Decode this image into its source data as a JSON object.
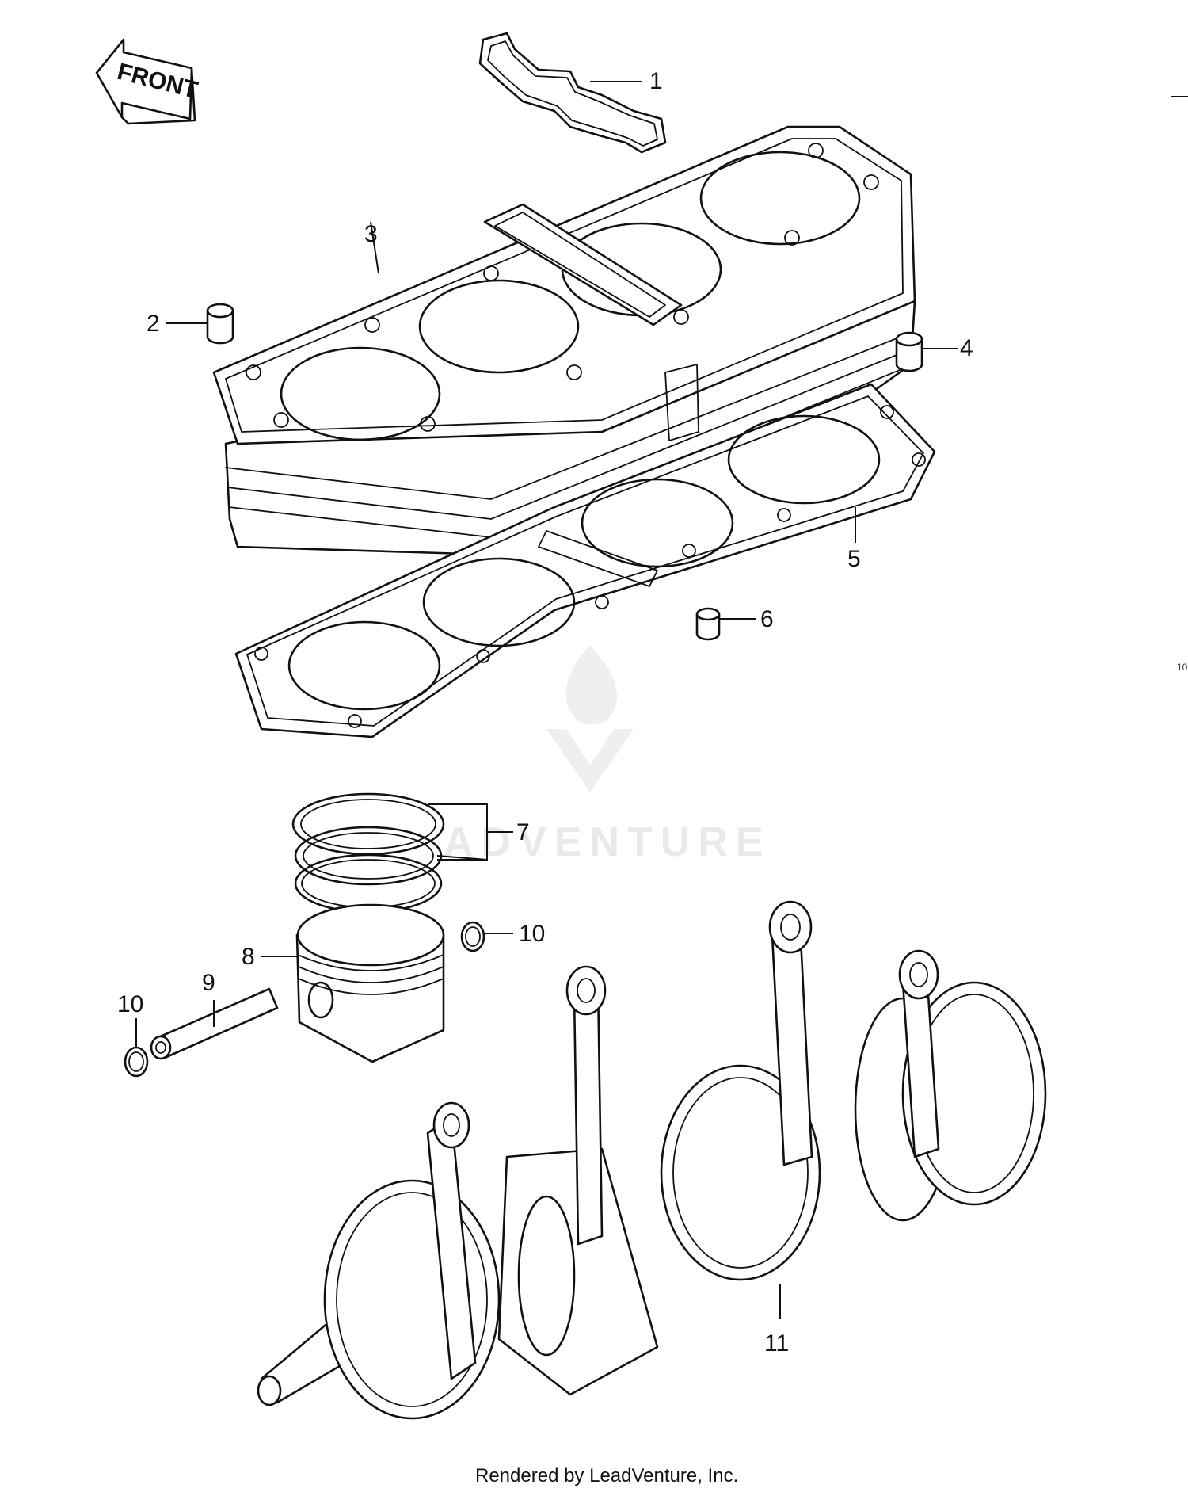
{
  "front_label": "FRONT",
  "watermark": {
    "brand": "ADVENTURE",
    "color": "#e9e9e9"
  },
  "stray_mark": "10",
  "footer": "Rendered by LeadVenture, Inc.",
  "callouts": {
    "c1": "1",
    "c2": "2",
    "c3": "3",
    "c4": "4",
    "c5": "5",
    "c6": "6",
    "c7": "7",
    "c8": "8",
    "c9": "9",
    "c10a": "10",
    "c10b": "10",
    "c11": "11"
  }
}
